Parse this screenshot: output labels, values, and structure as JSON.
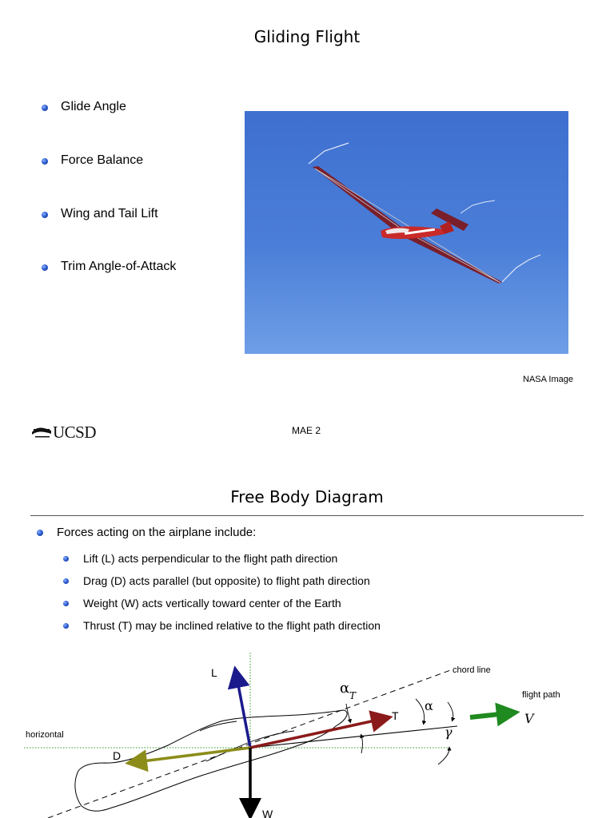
{
  "slide1": {
    "title": "Gliding Flight",
    "bullets": [
      "Glide Angle",
      "Force Balance",
      "Wing and Tail Lift",
      "Trim Angle-of-Attack"
    ],
    "image_caption": "NASA Image",
    "logo_text": "UCSD",
    "footer": "MAE 2"
  },
  "slide2": {
    "title": "Free Body Diagram",
    "intro": "Forces acting on the airplane include:",
    "sub_bullets": [
      "Lift (L) acts perpendicular to the flight path direction",
      "Drag (D) acts parallel (but opposite) to flight path direction",
      "Weight (W) acts vertically toward center of the Earth",
      "Thrust (T) may be inclined relative to the flight path direction"
    ],
    "diagram": {
      "label_L": "L",
      "label_D": "D",
      "label_T": "T",
      "label_W": "W",
      "label_alpha_T": "α",
      "label_alpha_T_sub": "T",
      "label_alpha": "α",
      "label_gamma": "γ",
      "label_V": "V",
      "label_chord": "chord line",
      "label_flightpath": "flight path",
      "label_horizontal": "horizontal",
      "colors": {
        "lift": "#1a1a8c",
        "drag": "#8c8c1a",
        "thrust": "#8b1a1a",
        "weight": "#000000",
        "velocity": "#1f8a1f",
        "guide": "#2a9a2a"
      }
    }
  }
}
